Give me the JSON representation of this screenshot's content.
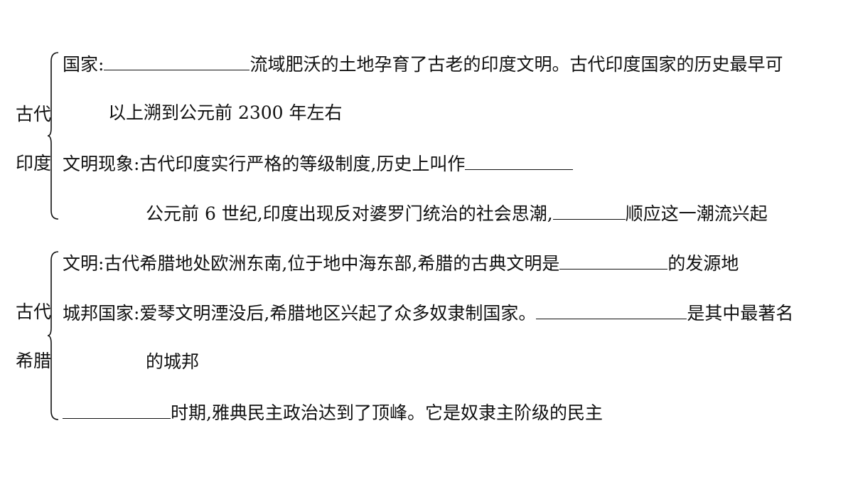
{
  "india": {
    "label_top": "古代",
    "label_bottom": "印度",
    "country_prefix": "国家:",
    "country_suffix": "流域肥沃的土地孕育了古老的印度文明。古代印度国家的历史最早可",
    "country_cont": "以上溯到公元前 2300 年左右",
    "phenomenon_prefix": "文明现象:古代印度实行严格的等级制度,历史上叫作",
    "buddhism_prefix": "公元前 6 世纪,印度出现反对婆罗门统治的社会思潮,",
    "buddhism_suffix": "顺应这一潮流兴起"
  },
  "greece": {
    "label_top": "古代",
    "label_bottom": "希腊",
    "civ_prefix": "文明:古代希腊地处欧洲东南,位于地中海东部,希腊的古典文明是",
    "civ_suffix": "的发源地",
    "city_prefix": "城邦国家:爱琴文明湮没后,希腊地区兴起了众多奴隶制国家。",
    "city_suffix": "是其中最著名",
    "city_cont": "的城邦",
    "democracy_suffix": "时期,雅典民主政治达到了顶峰。它是奴隶主阶级的民主"
  }
}
